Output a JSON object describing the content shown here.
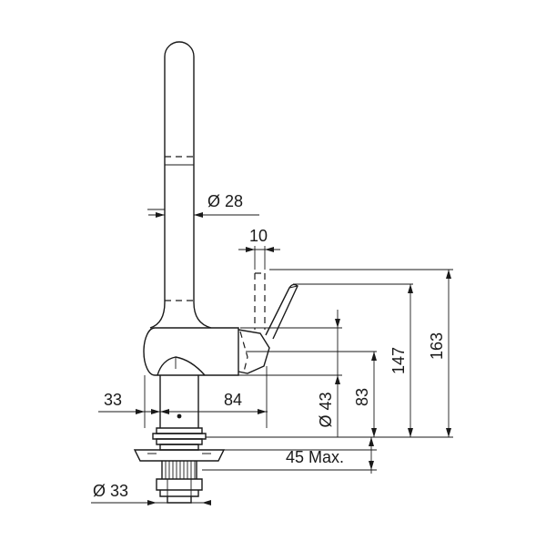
{
  "dimensions": {
    "spout_diameter": "Ø 28",
    "lever_width": "10",
    "height_total": "163",
    "height_lever": "147",
    "height_body": "83",
    "body_diameter": "Ø 43",
    "base_offset": "33",
    "reach": "84",
    "deck_thickness": "45 Max.",
    "shank_diameter": "Ø 33"
  }
}
